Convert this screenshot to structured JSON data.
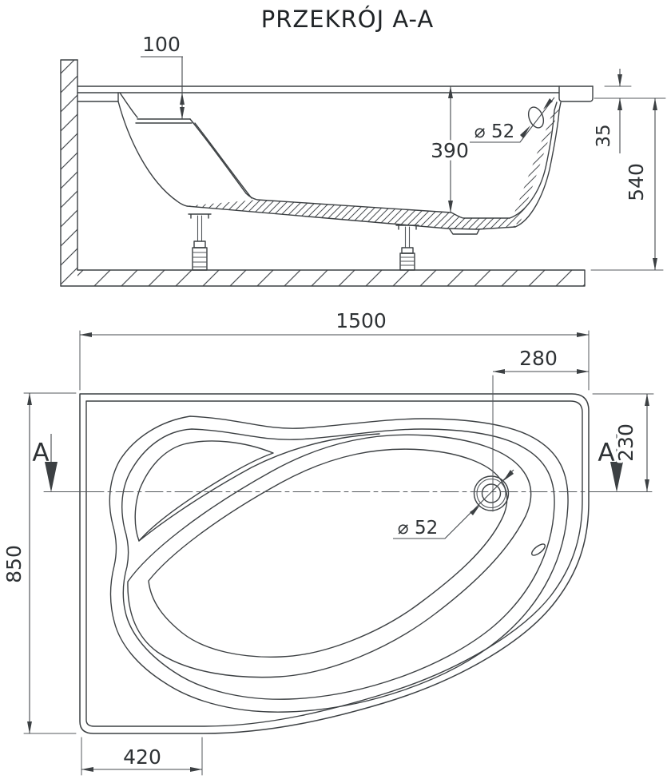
{
  "title": "PRZEKRÓJ A-A",
  "colors": {
    "line": "#3c4043",
    "background": "#ffffff"
  },
  "section_view": {
    "dim_seat_depth": "100",
    "dim_overflow_diameter": "⌀ 52",
    "dim_inner_depth": "390",
    "dim_rim_edge": "35",
    "dim_total_height": "540"
  },
  "plan_view": {
    "dim_length": "1500",
    "dim_drain_from_right": "280",
    "dim_drain_from_top": "230",
    "dim_width": "850",
    "dim_end_width": "420",
    "dim_drain_diameter": "⌀ 52",
    "section_label_left": "A",
    "section_label_right": "A"
  }
}
